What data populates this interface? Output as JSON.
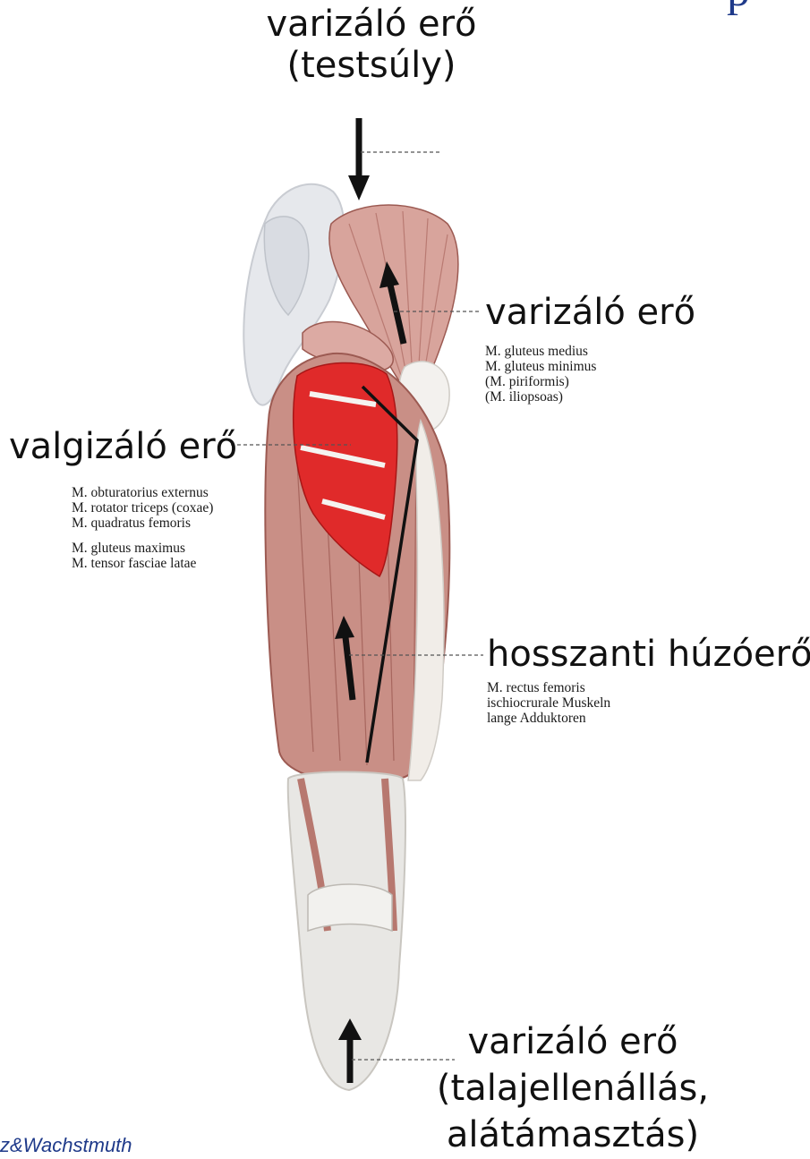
{
  "colors": {
    "muscle": "#c98f86",
    "muscle_dark": "#9c5a52",
    "highlight": "#e02a2a",
    "bone": "#e6e8ec",
    "tendon": "#f3f1ee",
    "accent": "#1f3a8a"
  },
  "corner_glyph": "p",
  "credit": "z&Wachstmuth",
  "labels": {
    "top_force": [
      "varizáló erő",
      "(testsúly)"
    ],
    "hip_force": "varizáló erő",
    "valgus_force": "valgizáló erő",
    "longitudinal_force": "hosszanti húzóerő",
    "bottom_force": [
      "varizáló erő",
      "(talajellenállás,",
      "alátámasztás)"
    ]
  },
  "muscles": {
    "hip_group": [
      "M. gluteus medius",
      "M. gluteus minimus",
      "(M. piriformis)",
      "(M. iliopsoas)"
    ],
    "valgus_group": [
      "M. obturatorius externus",
      "M. rotator triceps (coxae)",
      "M. quadratus femoris"
    ],
    "valgus_group_2": [
      "M. gluteus maximus",
      "M. tensor fasciae latae"
    ],
    "longitudinal_group": [
      "M. rectus femoris",
      "ischiocrurale Muskeln",
      "lange Adduktoren"
    ]
  }
}
